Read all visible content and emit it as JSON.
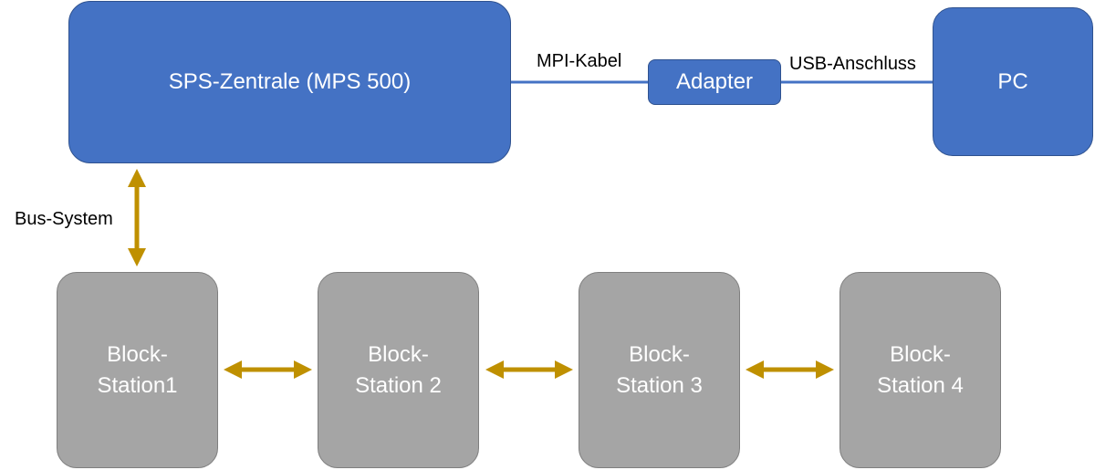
{
  "colors": {
    "node_blue": "#4472c4",
    "node_blue_border": "#2f528f",
    "node_gray": "#a5a5a5",
    "node_gray_border": "#7f7f7f",
    "connector_blue": "#4472c4",
    "arrow_gold": "#bf9000"
  },
  "nodes": {
    "sps": "SPS-Zentrale (MPS 500)",
    "adapter": "Adapter",
    "pc": "PC",
    "station1": "Block-\nStation1",
    "station2": "Block-\nStation 2",
    "station3": "Block-\nStation 3",
    "station4": "Block-\nStation 4"
  },
  "labels": {
    "mpi": "MPI-Kabel",
    "usb": "USB-Anschluss",
    "bus": "Bus-System"
  }
}
